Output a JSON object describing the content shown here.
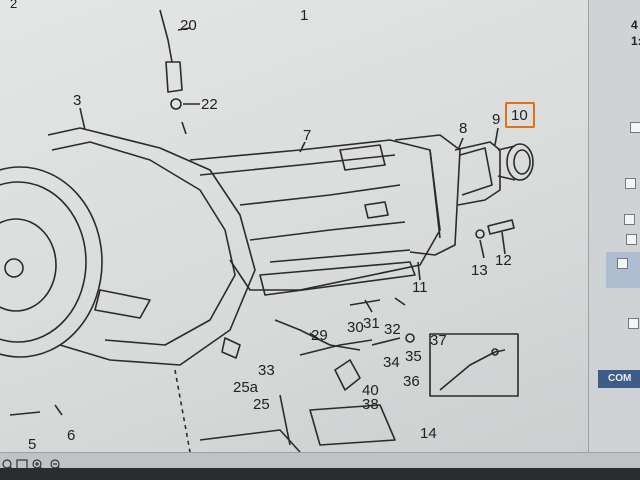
{
  "window": {
    "title_fragment_left": "2",
    "title_fragment_right_1": "4",
    "title_fragment_right_2": "1:"
  },
  "diagram": {
    "sheet_number": "1",
    "highlighted_part": "10",
    "callouts": {
      "c1": "1",
      "c3": "3",
      "c5": "5",
      "c6": "6",
      "c7": "7",
      "c8": "8",
      "c9": "9",
      "c10": "10",
      "c11": "11",
      "c12": "12",
      "c13": "13",
      "c14": "14",
      "c20": "20",
      "c22": "22",
      "c25": "25",
      "c25a": "25a",
      "c29": "29",
      "c30": "30",
      "c31": "31",
      "c32": "32",
      "c33": "33",
      "c34": "34",
      "c35": "35",
      "c36": "36",
      "c37": "37",
      "c38": "38",
      "c40": "40"
    }
  },
  "side_panel": {
    "button_label": "COM"
  },
  "status_bar": {
    "icons": [
      "zoom-out-icon",
      "zoom-fit-icon",
      "zoom-in-icon",
      "zoom-window-icon"
    ]
  },
  "colors": {
    "highlight": "#e0701e",
    "panel_blue": "#3e5c86"
  }
}
